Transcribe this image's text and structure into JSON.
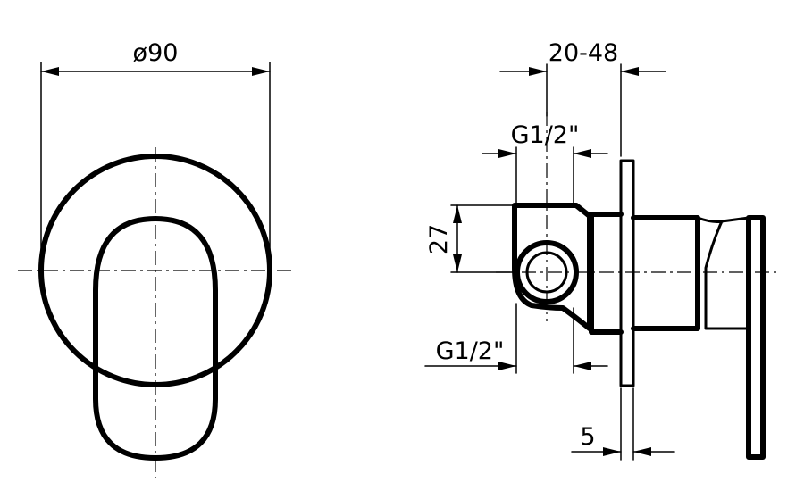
{
  "dimensions": {
    "diameter": "ø90",
    "wall_depth": "20-48",
    "inlet_top": "G1/2\"",
    "height": "27",
    "inlet_bottom": "G1/2\"",
    "plate_thickness": "5"
  }
}
